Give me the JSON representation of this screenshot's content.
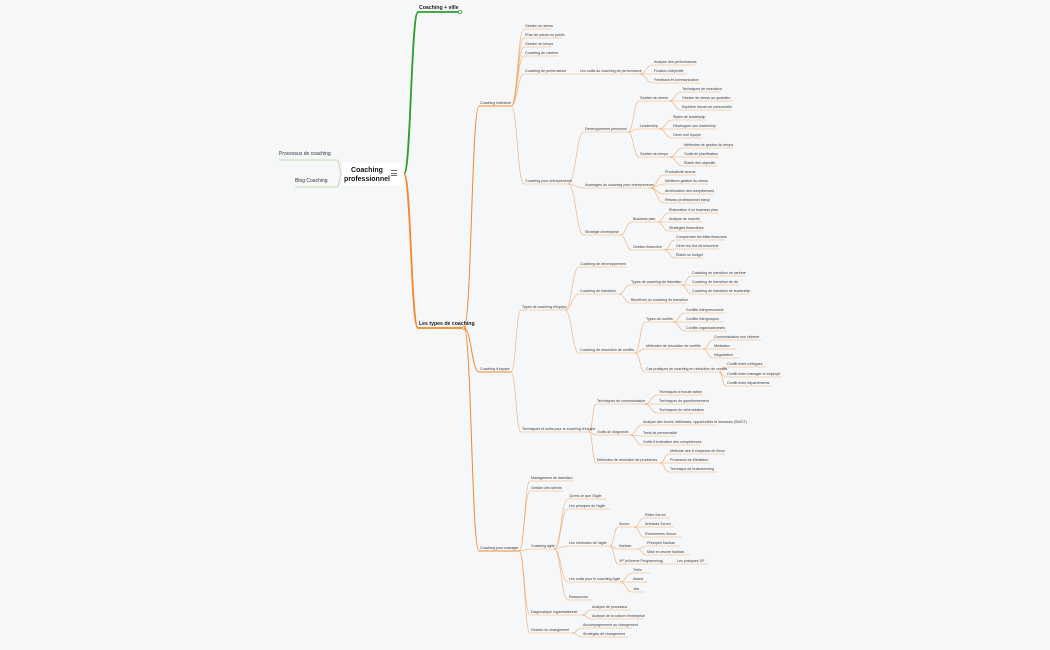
{
  "colors": {
    "green": "#2f9e2f",
    "orange": "#f08a2b",
    "light_orange": "#f3a967",
    "left_branch": "#b8d39a"
  },
  "root": {
    "label": "Coaching professionnel",
    "icon": "menu-lines-icon"
  },
  "left_nodes": [
    "Processus de coaching",
    "Blog Coaching"
  ],
  "nodes": [
    "Coaching + ville",
    "Les types de coaching",
    "Coaching individuel",
    "Gestion du stress",
    "Prise de parole en public",
    "Gestion du temps",
    "Coaching de carrière",
    "Coaching de performance",
    "Les outils du coaching de performance",
    "Analyse des performances",
    "Fixation d'objectifs",
    "Feedback et communication",
    "Coaching pour entrepreneurs",
    "Développement personnel",
    "Gestion du stress",
    "Techniques de relaxation",
    "Gestion du stress au quotidien",
    "Equilibre travail-vie personnelle",
    "Leadership",
    "Styles de leadership",
    "Développer son leadership",
    "Gérer une équipe",
    "Gestion du temps",
    "Méthodes de gestion du temps",
    "Outils de planification",
    "Établir des objectifs",
    "Avantages du coaching pour entrepreneurs",
    "Productivité accrue",
    "Meilleure gestion du stress",
    "Amélioration des compétences",
    "Réseau professionnel élargi",
    "Stratégie d'entreprise",
    "Business plan",
    "Élaboration d'un business plan",
    "Analyse de marché",
    "Stratégies financières",
    "Gestion financière",
    "Comprendre les états financiers",
    "Gérer les flux de trésorerie",
    "Établir un budget",
    "Coaching d'équipe",
    "Types de coaching d'équipe",
    "Coaching de développement",
    "Coaching de transition",
    "Types de coaching de transition",
    "Coaching de transition de carrière",
    "Coaching de transition de vie",
    "Coaching de transition de leadership",
    "Bénéfices du coaching de transition",
    "Coaching de résolution de conflits",
    "Types de conflits",
    "Conflits interpersonnels",
    "Conflits intergroupes",
    "Conflits organisationnels",
    "Méthodes de résolution de conflits",
    "Communication non violente",
    "Médiation",
    "Négociation",
    "Cas pratiques de coaching en résolution de conflits",
    "Conflit entre collègues",
    "Conflit entre manager et employé",
    "Conflit entre départements",
    "Techniques et outils pour le coaching d'équipe",
    "Techniques de communication",
    "Techniques d'écoute active",
    "Techniques de questionnement",
    "Techniques de reformulation",
    "Outils de diagnostic",
    "Analyse des forces, faiblesses, opportunités et menaces (SWOT)",
    "Tests de personnalité",
    "Outils d'évaluation des compétences",
    "Méthodes de résolution de problèmes",
    "Méthode des 6 chapeaux de Bono",
    "Processus de Médiation",
    "Technique de brainstorming",
    "Coaching pour manager",
    "Management de transition",
    "Gestion des talents",
    "Coaching agile",
    "Qu'est ce que l'Agile",
    "Les principes de l'agile",
    "Les méthodes de l'agile",
    "Scrum",
    "Rôles Scrum",
    "Artefacts Scrum",
    "Événements Scrum",
    "Kanban",
    "Principes Kanban",
    "Mise en œuvre Kanban",
    "XP (eXtreme Programming)",
    "Les pratiques XP",
    "Les outils pour le coaching Agile",
    "Trello",
    "Asana",
    "Jira",
    "Ressources",
    "Diagnostique organisationnel",
    "Analyse de processus",
    "Analyse de la culture d'entreprise",
    "Gestion du changement",
    "Accompagnement au changement",
    "Stratégies de changement"
  ]
}
